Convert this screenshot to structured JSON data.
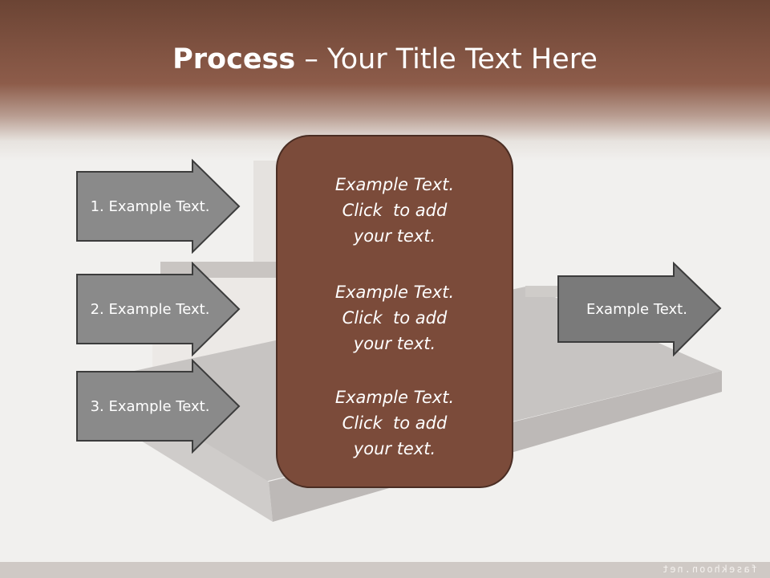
{
  "slide": {
    "title_bold": "Process",
    "title_rest": " – Your Title Text Here",
    "watermark": "fasekhoon.net"
  },
  "left_arrows": [
    {
      "label": "1. Example Text."
    },
    {
      "label": "2. Example Text."
    },
    {
      "label": "3. Example Text."
    }
  ],
  "center": {
    "blocks": [
      {
        "line1": "Example Text.",
        "line2": "Click  to add",
        "line3": "your text."
      },
      {
        "line1": "Example Text.",
        "line2": "Click  to add",
        "line3": "your text."
      },
      {
        "line1": "Example Text.",
        "line2": "Click  to add",
        "line3": "your text."
      }
    ]
  },
  "right_arrow": {
    "label": "Example Text."
  },
  "colors": {
    "header": "#7e5140",
    "panel": "#7b4b3a",
    "arrow_fill": "#8a8a8a",
    "arrow_fill_dark": "#7a7a7a",
    "arrow_stroke": "#3c3c3c"
  }
}
